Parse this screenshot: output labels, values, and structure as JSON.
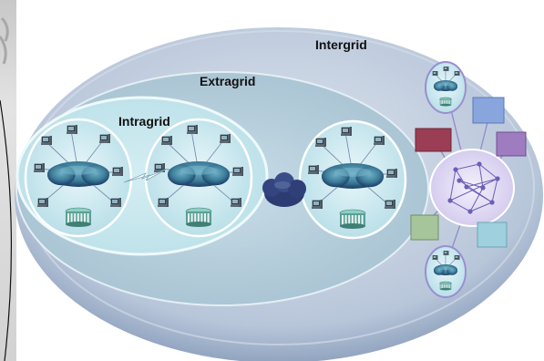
{
  "labels": {
    "intergrid": "Intergrid",
    "extragrid": "Extragrid",
    "intragrid": "Intragrid"
  },
  "colors": {
    "background": "#ffffff",
    "left_panel": "#d6d6d6",
    "intergrid_outer": "#6e85a8",
    "intergrid_inner": "#c5d0e0",
    "extragrid_fill": "#a9c4d3",
    "intragrid_fill": "#c6e7ee",
    "intragrid_edge": "#e6f6fa",
    "cluster_fill": "#d2eef5",
    "cloud_fill": "#4a88a2",
    "cloud_dark": "#1a2c5c",
    "wan_cloud": "#2d3b73",
    "storage": "#5aa096",
    "mesh_fill": "#e8e3f5",
    "mesh_node": "#6b5fb6",
    "box_blue": "#88a6dd",
    "box_maroon": "#9a3d55",
    "box_purple": "#9f7bbf",
    "box_green": "#a7c59a",
    "box_lightblue": "#9fd0dd"
  },
  "icons": [
    "computer-workstation-icon",
    "network-cloud-icon",
    "storage-array-icon",
    "wan-cloud-icon",
    "grid-node-icon"
  ]
}
